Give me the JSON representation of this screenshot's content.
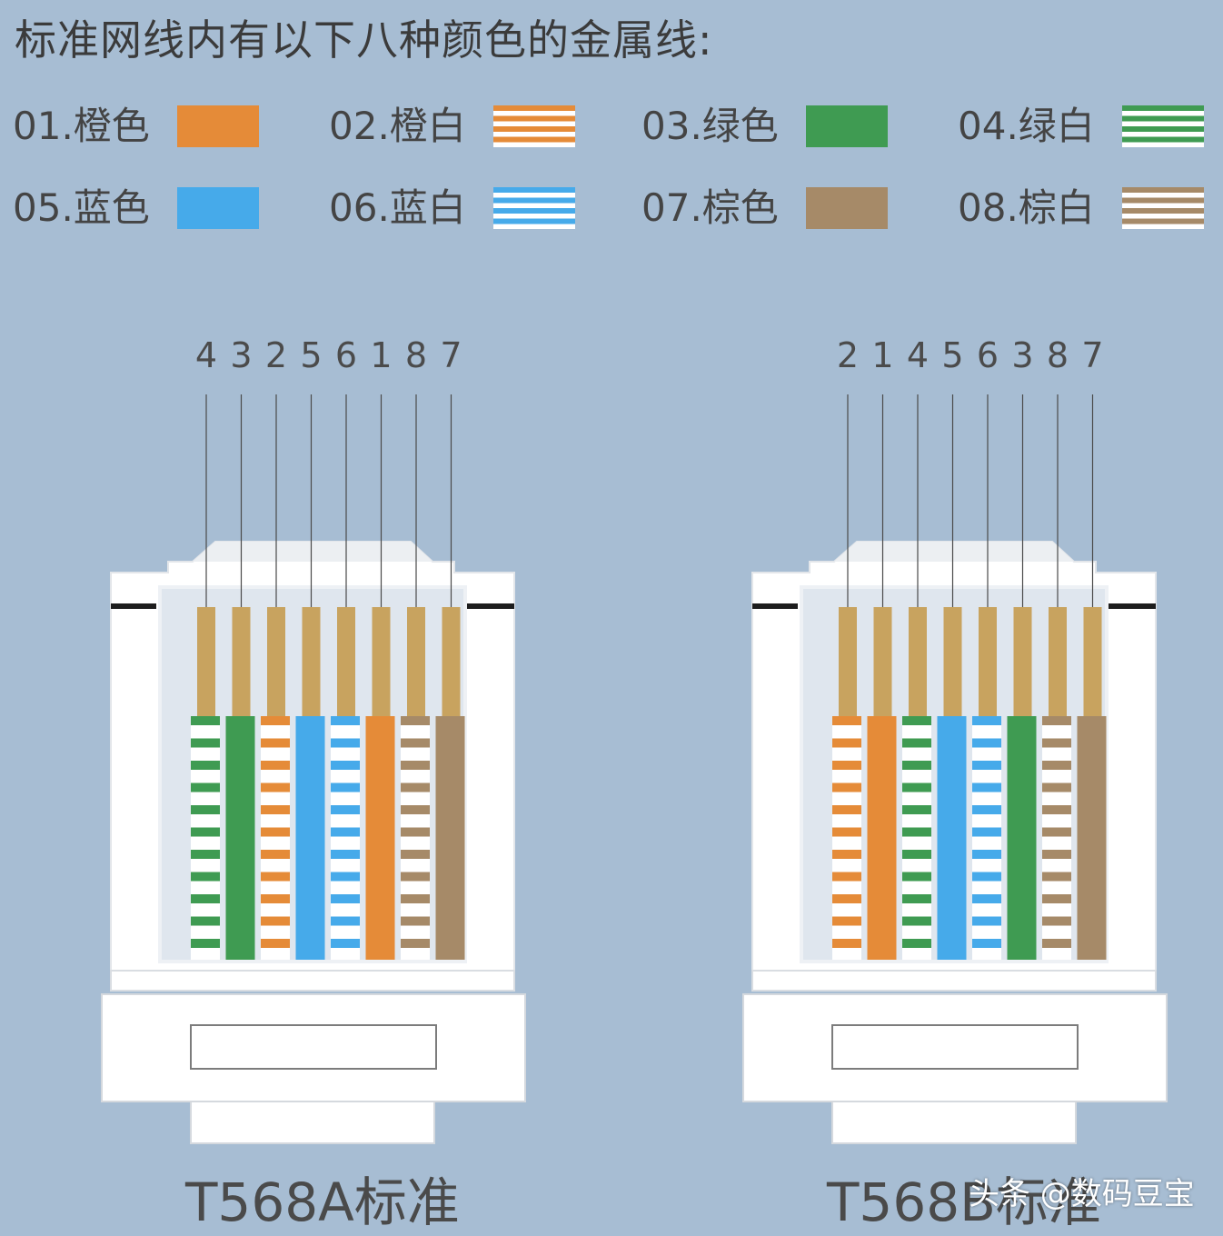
{
  "title": "标准网线内有以下八种颜色的金属线:",
  "colors": {
    "orange": "#e58b38",
    "green": "#3f9b52",
    "blue": "#46aaea",
    "brown": "#a68a68",
    "white": "#ffffff",
    "gold": "#c8a35f",
    "background": "#a7bdd3"
  },
  "legend": [
    {
      "label": "01.橙色",
      "color": "orange",
      "striped": false
    },
    {
      "label": "02.橙白",
      "color": "orange",
      "striped": true
    },
    {
      "label": "03.绿色",
      "color": "green",
      "striped": false
    },
    {
      "label": "04.绿白",
      "color": "green",
      "striped": true
    },
    {
      "label": "05.蓝色",
      "color": "blue",
      "striped": false
    },
    {
      "label": "06.蓝白",
      "color": "blue",
      "striped": true
    },
    {
      "label": "07.棕色",
      "color": "brown",
      "striped": false
    },
    {
      "label": "08.棕白",
      "color": "brown",
      "striped": true
    }
  ],
  "connectors": [
    {
      "name": "T568A标准",
      "pins": [
        "4",
        "3",
        "2",
        "5",
        "6",
        "1",
        "8",
        "7"
      ],
      "wires": [
        {
          "color": "green",
          "striped": true
        },
        {
          "color": "green",
          "striped": false
        },
        {
          "color": "orange",
          "striped": true
        },
        {
          "color": "blue",
          "striped": false
        },
        {
          "color": "blue",
          "striped": true
        },
        {
          "color": "orange",
          "striped": false
        },
        {
          "color": "brown",
          "striped": true
        },
        {
          "color": "brown",
          "striped": false
        }
      ]
    },
    {
      "name": "T568B标准",
      "pins": [
        "2",
        "1",
        "4",
        "5",
        "6",
        "3",
        "8",
        "7"
      ],
      "wires": [
        {
          "color": "orange",
          "striped": true
        },
        {
          "color": "orange",
          "striped": false
        },
        {
          "color": "green",
          "striped": true
        },
        {
          "color": "blue",
          "striped": false
        },
        {
          "color": "blue",
          "striped": true
        },
        {
          "color": "green",
          "striped": false
        },
        {
          "color": "brown",
          "striped": true
        },
        {
          "color": "brown",
          "striped": false
        }
      ]
    }
  ],
  "watermark": "头条 @数码豆宝"
}
